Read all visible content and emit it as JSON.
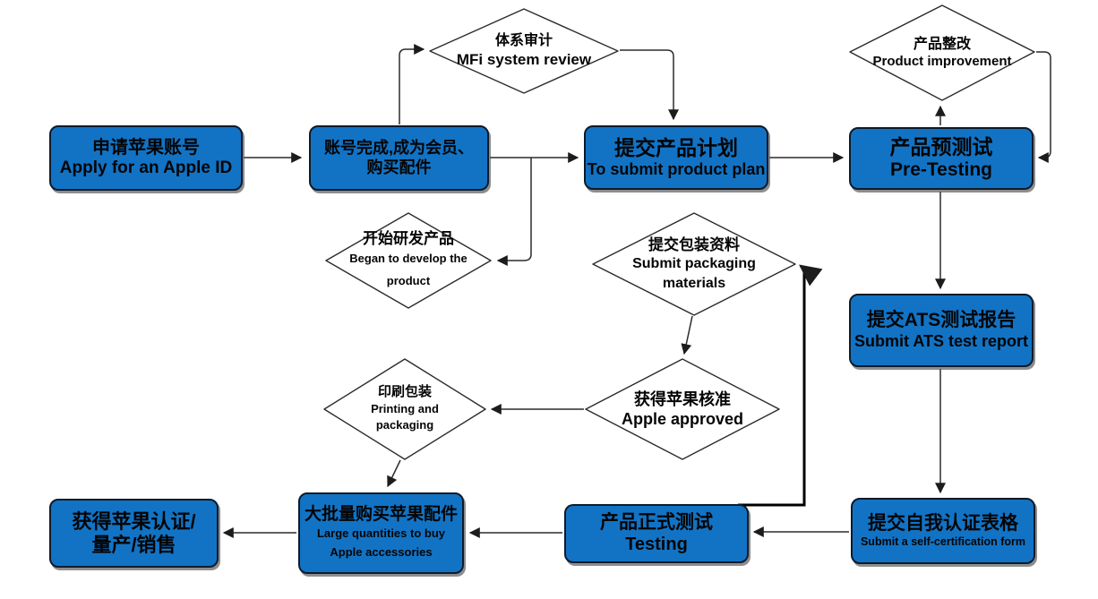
{
  "title": "MFi certification process flowchart",
  "colors": {
    "box_fill": "#1273c5",
    "box_border": "#0d1b2a",
    "diamond_fill": "#ffffff",
    "line_color": "#2b2b2b",
    "thick_line_color": "#000000"
  },
  "nodes": {
    "apply_id": {
      "line1": "申请苹果账号",
      "line2": "Apply for an Apple ID"
    },
    "account_complete": {
      "line1": "账号完成,成为会员、",
      "line2": "购买配件"
    },
    "submit_plan": {
      "line1": "提交产品计划",
      "line2": "To submit product plan"
    },
    "pre_testing": {
      "line1": "产品预测试",
      "line2": "Pre-Testing"
    },
    "ats_report": {
      "line1": "提交ATS测试报告",
      "line2": "Submit ATS test report"
    },
    "self_cert": {
      "line1": "提交自我认证表格",
      "line2": "Submit a self-certification form"
    },
    "formal_testing": {
      "line1": "产品正式测试",
      "line2": "Testing"
    },
    "buy_accessories": {
      "line1": "大批量购买苹果配件",
      "line2": "Large quantities to buy Apple accessories"
    },
    "certified": {
      "line1": "获得苹果认证/",
      "line2": "量产/销售"
    },
    "mfi_review": {
      "line1": "体系审计",
      "line2": "MFi system review"
    },
    "improvement": {
      "line1": "产品整改",
      "line2": "Product improvement"
    },
    "develop": {
      "line1": "开始研发产品",
      "line2": "Began to develop the product"
    },
    "packaging": {
      "line1": "提交包装资料",
      "line2": "Submit packaging materials"
    },
    "printing": {
      "line1": "印刷包装",
      "line2": "Printing and packaging"
    },
    "approved": {
      "line1": "获得苹果核准",
      "line2": "Apple approved"
    }
  }
}
